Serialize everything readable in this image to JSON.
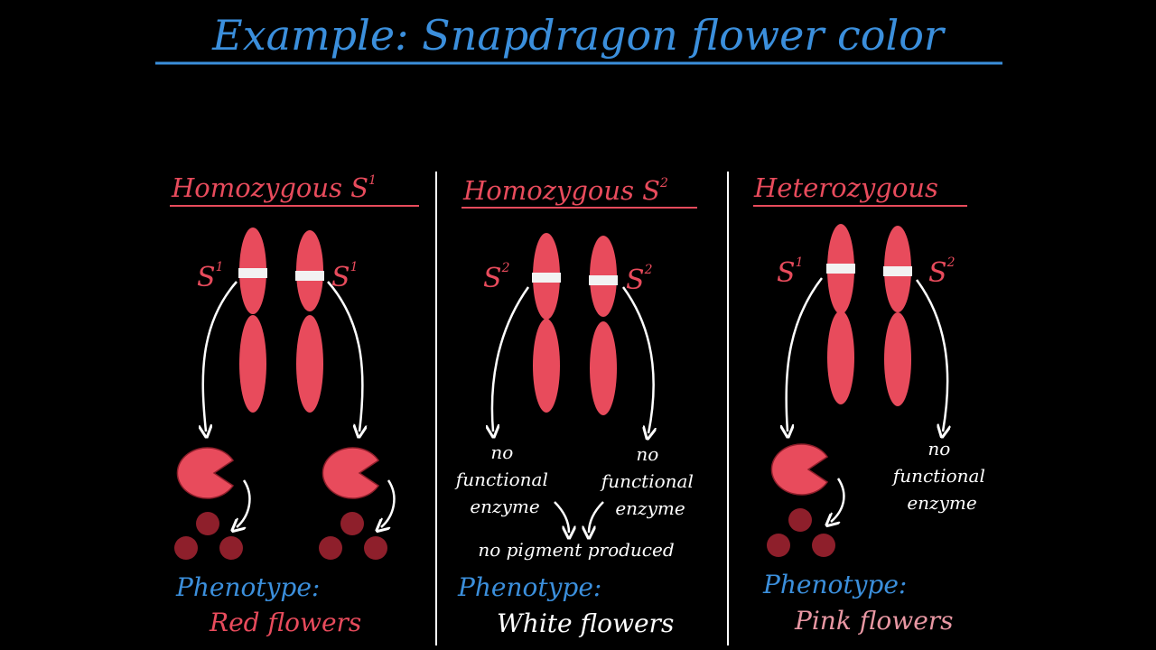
{
  "title": "Example: Snapdragon flower color",
  "colors": {
    "background": "#000000",
    "title_blue": "#3b8fdc",
    "chromosome_red": "#e84b5c",
    "band_white": "#f2f2f2",
    "arrow_white": "#ffffff",
    "enzyme_red": "#e84b5c",
    "pigment_dark_red": "#8e1f2b",
    "phenotype_blue": "#3b8fdc",
    "red_text": "#e84b5c",
    "white_text": "#ffffff",
    "pink_text": "#e897a3",
    "divider": "#ffffff"
  },
  "panels": [
    {
      "heading": "Homozygous S",
      "heading_sup": "1",
      "left_allele": "S",
      "left_allele_sup": "1",
      "right_allele": "S",
      "right_allele_sup": "1",
      "phenotype_label": "Phenotype:",
      "phenotype_value": "Red flowers"
    },
    {
      "heading": "Homozygous S",
      "heading_sup": "2",
      "left_allele": "S",
      "left_allele_sup": "2",
      "right_allele": "S",
      "right_allele_sup": "2",
      "no_enzyme_left": [
        "no",
        "functional",
        "enzyme"
      ],
      "no_enzyme_right": [
        "no",
        "functional",
        "enzyme"
      ],
      "no_pigment": "no pigment produced",
      "phenotype_label": "Phenotype:",
      "phenotype_value": "White flowers"
    },
    {
      "heading": "Heterozygous",
      "left_allele": "S",
      "left_allele_sup": "1",
      "right_allele": "S",
      "right_allele_sup": "2",
      "no_enzyme_right": [
        "no",
        "functional",
        "enzyme"
      ],
      "phenotype_label": "Phenotype:",
      "phenotype_value": "Pink flowers"
    }
  ]
}
